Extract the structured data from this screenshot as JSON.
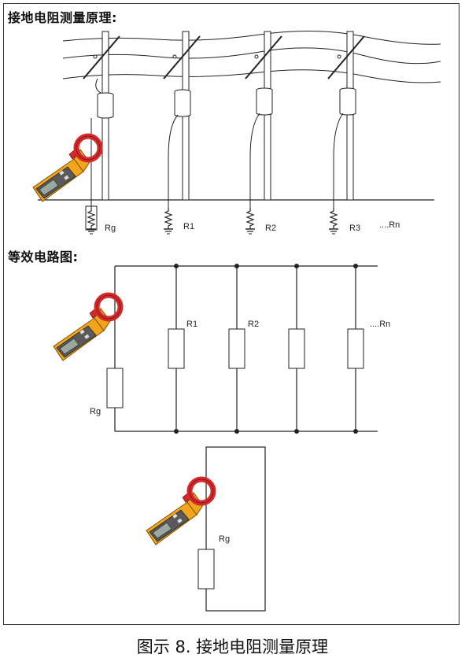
{
  "heading_top": "接地电阻测量原理:",
  "heading_mid": "等效电路图:",
  "caption": "图示 8. 接地电阻测量原理",
  "poles": {
    "labels": [
      "Rg",
      "R1",
      "R2",
      "R3",
      "....Rn"
    ]
  },
  "circuit": {
    "labels": [
      "R1",
      "R2",
      "....Rn",
      "Rg"
    ]
  },
  "single": {
    "label": "Rg"
  },
  "colors": {
    "meter_body": "#f2a51c",
    "meter_dark": "#4a4a4a",
    "clamp_red": "#d42a2a",
    "line": "#222222"
  }
}
